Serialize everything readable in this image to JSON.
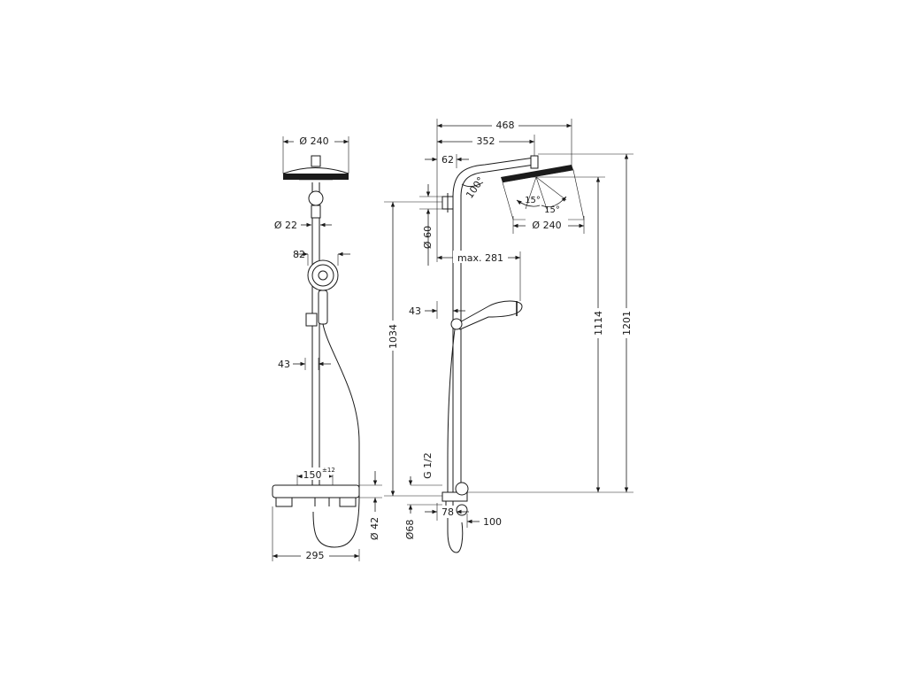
{
  "front_view": {
    "diameter_head": "Ø 240",
    "diameter_pipe": "Ø 22",
    "handshower_width": "82",
    "hose_offset": "43",
    "thermostat_spacing": "150",
    "thermostat_tolerance": "±12",
    "overall_width": "295",
    "connection_diameter": "Ø 42"
  },
  "side_view": {
    "arm_length": "468",
    "arm_to_head_center": "352",
    "wall_offset": "62",
    "arm_angle": "100°",
    "tilt_angle_left": "15°",
    "tilt_angle_right": "15°",
    "head_diameter": "Ø 240",
    "wall_bracket_diameter": "Ø 60",
    "handshower_reach": "max. 281",
    "handshower_offset": "43",
    "bracket_height": "1034",
    "head_height": "1114",
    "overall_height": "1201",
    "connection_thread": "G 1/2",
    "escutcheon_diameter": "Ø68",
    "connection_depth": "78",
    "mixer_depth": "100"
  }
}
